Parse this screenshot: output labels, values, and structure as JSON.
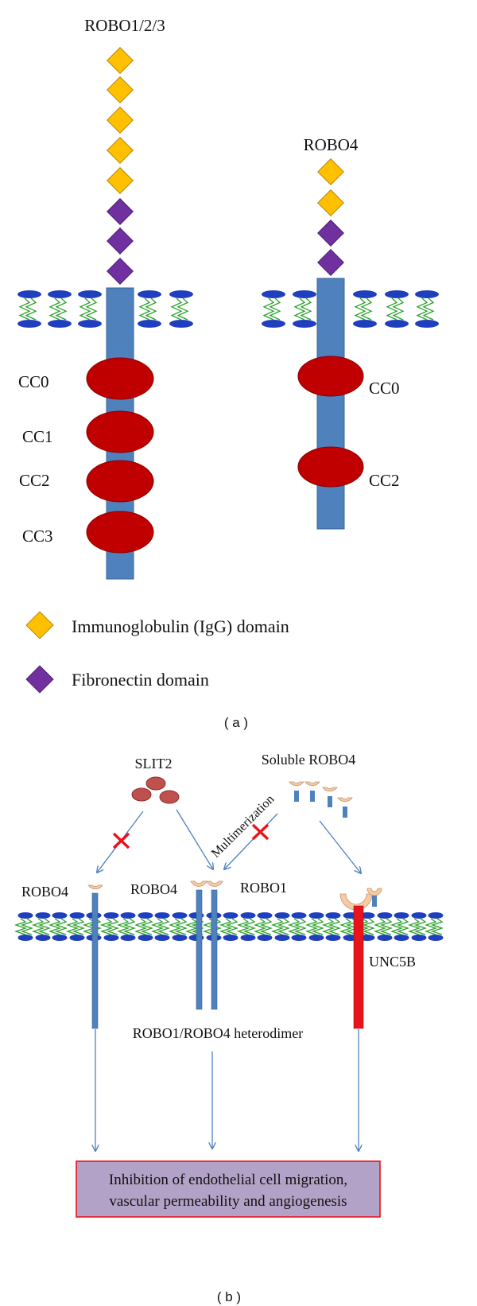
{
  "panel_a": {
    "robo123_label": "ROBO1/2/3",
    "robo4_label": "ROBO4",
    "cc_left": [
      "CC0",
      "CC1",
      "CC2",
      "CC3"
    ],
    "cc_right": [
      "CC0",
      "CC2"
    ],
    "legend": {
      "igg": "Immunoglobulin (IgG) domain",
      "fibronectin": "Fibronectin domain"
    },
    "caption": "( a )"
  },
  "panel_b": {
    "slit2_label": "SLIT2",
    "soluble_label": "Soluble ROBO4",
    "multimerization_label": "Multimerization",
    "robo4_left_label": "ROBO4",
    "robo4_mid_label": "ROBO4",
    "robo1_label": "ROBO1",
    "unc5b_label": "UNC5B",
    "heterodimer_label": "ROBO1/ROBO4 heterodimer",
    "outcome_line1": "Inhibition of endothelial cell migration,",
    "outcome_line2": "vascular permeability and angiogenesis",
    "caption": "( b )"
  },
  "colors": {
    "igg": "#ffc000",
    "fibronectin": "#7030a0",
    "receptor": "#4f81bd",
    "cc_domain": "#c00000",
    "membrane_head": "#1f3fbf",
    "membrane_tail": "#2aa02a",
    "slit2": "#c0504d",
    "unc5b": "#e8131b",
    "outcome_fill": "#b3a2c7",
    "outcome_border": "#e8131b",
    "arrow": "#4f81bd",
    "inhibit_cross": "#e8131b"
  }
}
